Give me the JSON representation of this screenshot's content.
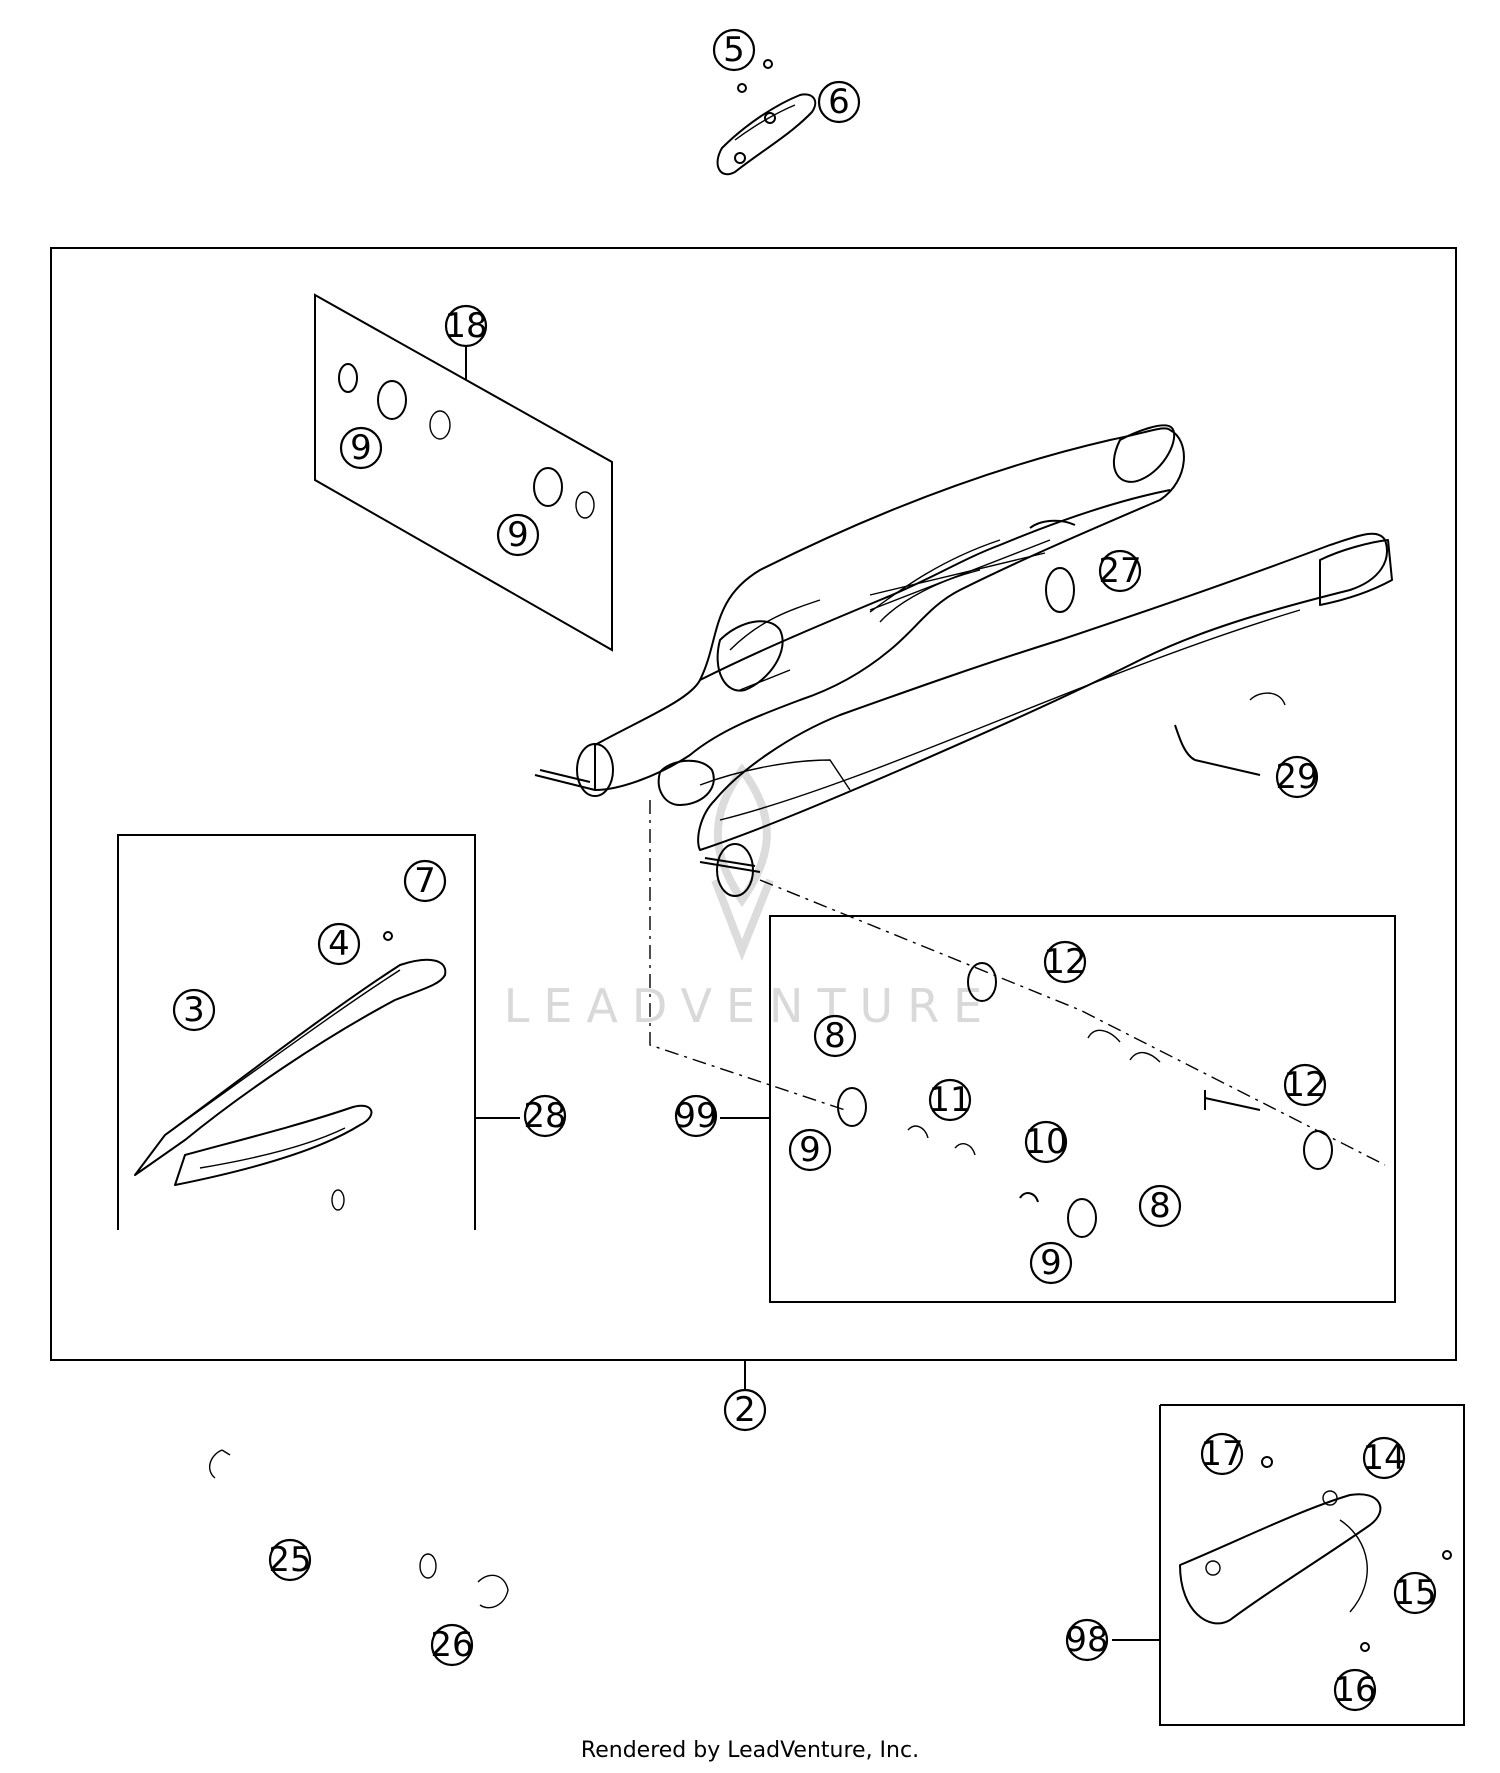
{
  "watermark": "LEADVENTURE",
  "footer": "Rendered by LeadVenture, Inc.",
  "callouts": [
    "5",
    "6",
    "18",
    "9",
    "9",
    "27",
    "29",
    "7",
    "4",
    "3",
    "28",
    "12",
    "8",
    "99",
    "11",
    "9",
    "10",
    "12",
    "8",
    "9",
    "2",
    "17",
    "14",
    "15",
    "25",
    "26",
    "98",
    "16"
  ]
}
